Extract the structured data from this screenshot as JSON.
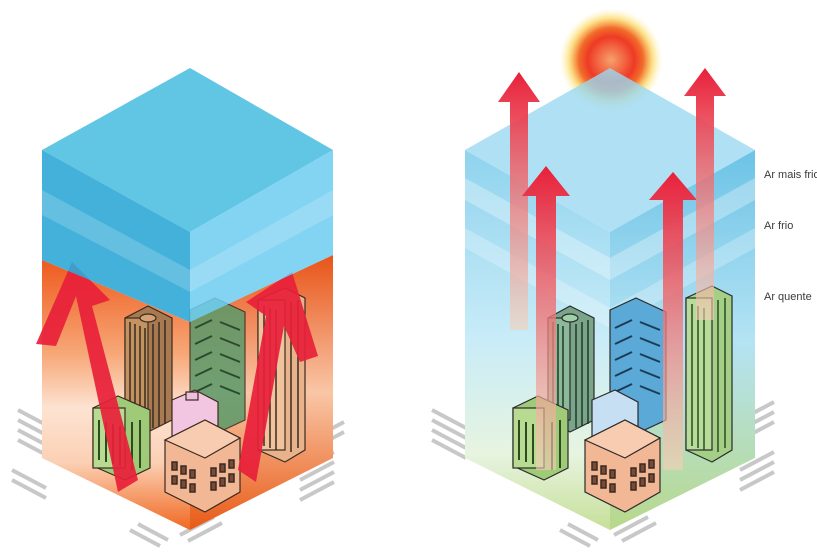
{
  "labels": {
    "colder_air": "Ar mais frio",
    "cold_air": "Ar frio",
    "warm_air": "Ar quente"
  },
  "colors": {
    "inversion_layer": "#3fb6dd",
    "hot_air": "#f26522",
    "warm_air_clear": "#bfe6f5",
    "ground_green": "#b9d98a",
    "arrow_red": "#e8203a",
    "sun": "#f0402a"
  }
}
